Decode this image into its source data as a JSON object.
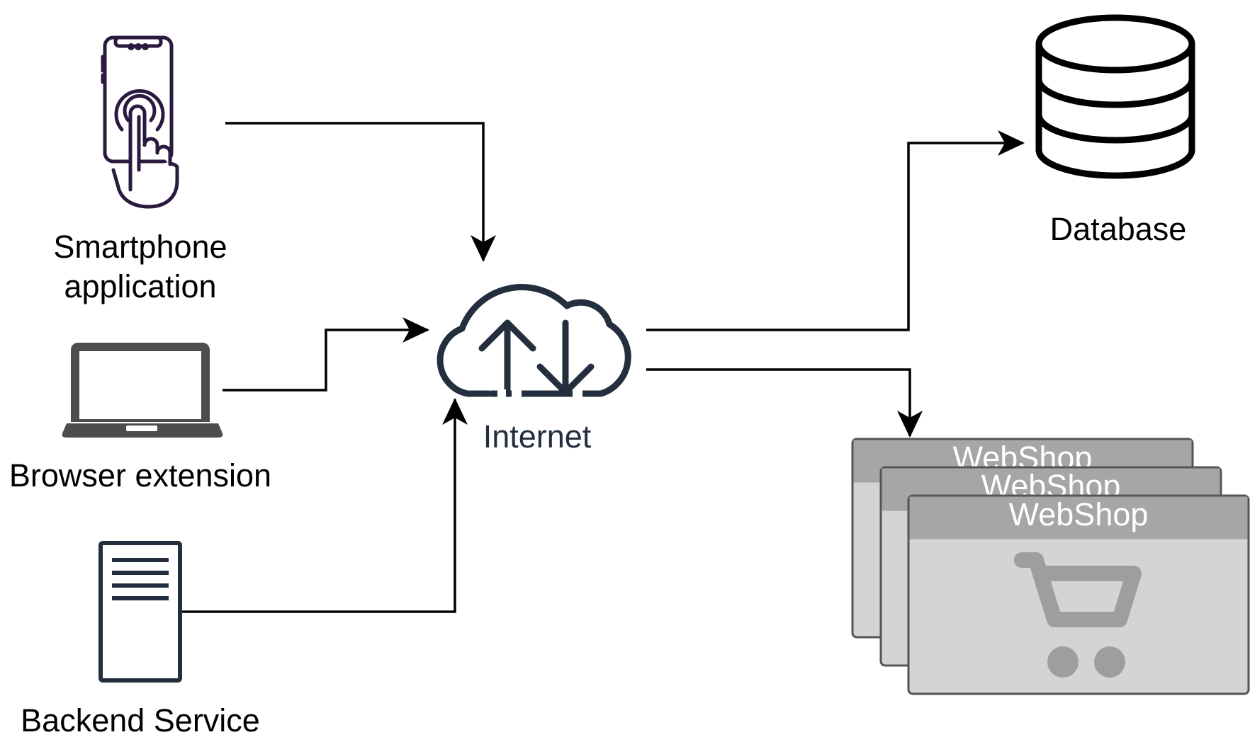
{
  "nodes": {
    "smartphone": {
      "label_line1": "Smartphone",
      "label_line2": "application",
      "icon": "smartphone-touch-icon"
    },
    "browser": {
      "label": "Browser extension",
      "icon": "laptop-icon"
    },
    "backend": {
      "label": "Backend Service",
      "icon": "server-icon"
    },
    "internet": {
      "label": "Internet",
      "icon": "cloud-upload-download-icon"
    },
    "database": {
      "label": "Database",
      "icon": "database-icon"
    },
    "webshops": [
      {
        "title": "WebShop"
      },
      {
        "title": "WebShop"
      },
      {
        "title": "WebShop"
      }
    ]
  },
  "colors": {
    "line": "#000000",
    "cloud": "#232f3e",
    "phone": "#2a1a3f",
    "laptop": "#4d4d4d",
    "server": "#232f3e",
    "webshop_header": "#a6a6a6",
    "webshop_body": "#d4d4d4",
    "webshop_border": "#555555",
    "cart": "#9e9e9e"
  },
  "edges": [
    {
      "from": "smartphone",
      "to": "internet"
    },
    {
      "from": "browser",
      "to": "internet"
    },
    {
      "from": "backend",
      "to": "internet"
    },
    {
      "from": "internet",
      "to": "database"
    },
    {
      "from": "internet",
      "to": "webshops"
    }
  ]
}
